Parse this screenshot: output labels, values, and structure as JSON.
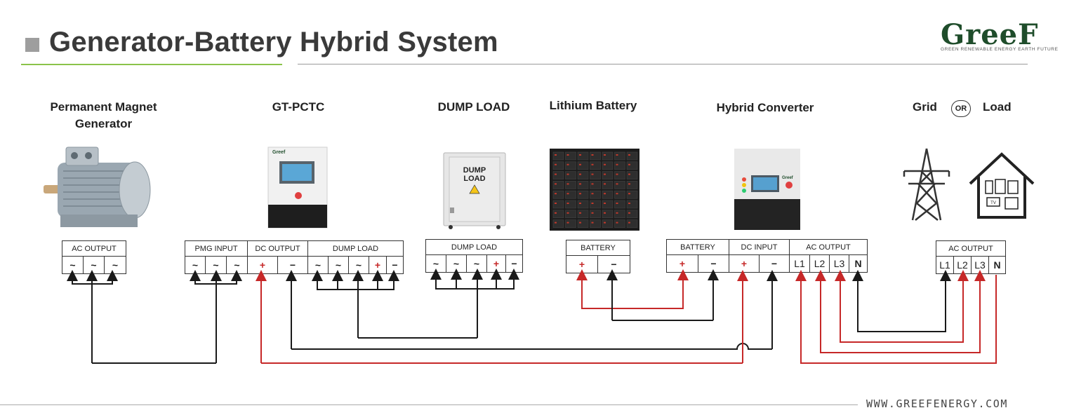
{
  "title": "Generator-Battery Hybrid System",
  "logo": {
    "text": "GreeF",
    "tagline": "GREEN RENEWABLE ENERGY EARTH FUTURE"
  },
  "website": "WWW.GREEFENERGY.COM",
  "components": {
    "generator": {
      "title": "Permanent Magnet Generator"
    },
    "controller": {
      "title": "GT-PCTC",
      "badge": "Greef"
    },
    "dump_load": {
      "title": "DUMP LOAD",
      "panel_label": "DUMP LOAD"
    },
    "battery": {
      "title": "Lithium Battery"
    },
    "converter": {
      "title": "Hybrid Converter",
      "badge": "Greef"
    },
    "grid_load": {
      "grid": "Grid",
      "or": "OR",
      "load": "Load",
      "tv": "TV"
    }
  },
  "terminals": {
    "generator": {
      "header": "AC OUTPUT",
      "cells": [
        "~",
        "~",
        "~"
      ]
    },
    "pmg_input": {
      "header": "PMG INPUT",
      "cells": [
        "~",
        "~",
        "~"
      ]
    },
    "dc_output": {
      "header": "DC OUTPUT",
      "cells": [
        "+",
        "−"
      ]
    },
    "ctrl_dump": {
      "header": "DUMP LOAD",
      "cells": [
        "~",
        "~",
        "~",
        "+",
        "−"
      ]
    },
    "dump": {
      "header": "DUMP LOAD",
      "cells": [
        "~",
        "~",
        "~",
        "+",
        "−"
      ]
    },
    "battery": {
      "header": "BATTERY",
      "cells": [
        "+",
        "−"
      ]
    },
    "conv_battery": {
      "header": "BATTERY",
      "cells": [
        "+",
        "−"
      ]
    },
    "conv_dc_input": {
      "header": "DC INPUT",
      "cells": [
        "+",
        "−"
      ]
    },
    "conv_ac_output": {
      "header": "AC OUTPUT",
      "cells": [
        "L1",
        "L2",
        "L3",
        "N"
      ]
    },
    "grid_ac": {
      "header": "AC OUTPUT",
      "cells": [
        "L1",
        "L2",
        "L3",
        "N"
      ]
    }
  },
  "colors": {
    "positive": "#c62828",
    "negative": "#1a1a1a",
    "accent": "#8bc34a"
  }
}
